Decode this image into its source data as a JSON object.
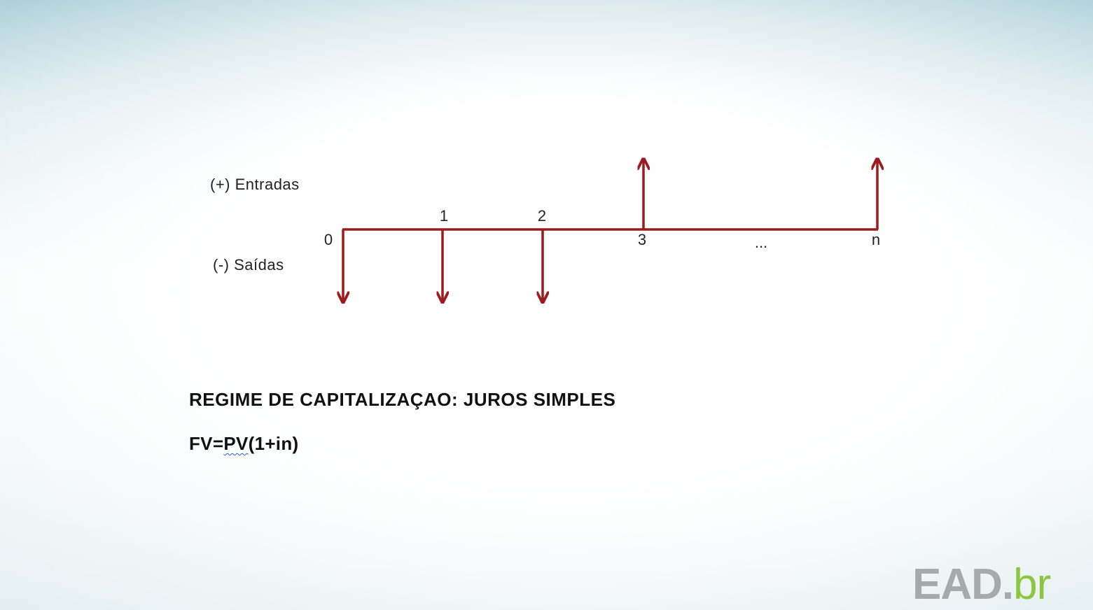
{
  "diagram": {
    "inflow_label": "(+) Entradas",
    "outflow_label": "(-) Saídas",
    "periods": [
      "0",
      "1",
      "2",
      "3",
      "...",
      "n"
    ],
    "arrow_color": "#9b1b1f",
    "cash_flows": [
      {
        "period": "0",
        "direction": "down"
      },
      {
        "period": "1",
        "direction": "down"
      },
      {
        "period": "2",
        "direction": "down"
      },
      {
        "period": "3",
        "direction": "up"
      },
      {
        "period": "n",
        "direction": "up"
      }
    ]
  },
  "content": {
    "heading": "REGIME DE CAPITALIZAÇAO: JUROS SIMPLES",
    "formula_prefix": "FV=",
    "formula_pv": "PV",
    "formula_suffix": "(1+in)"
  },
  "brand": {
    "logo_main": "EAD.",
    "logo_suffix": "br"
  }
}
